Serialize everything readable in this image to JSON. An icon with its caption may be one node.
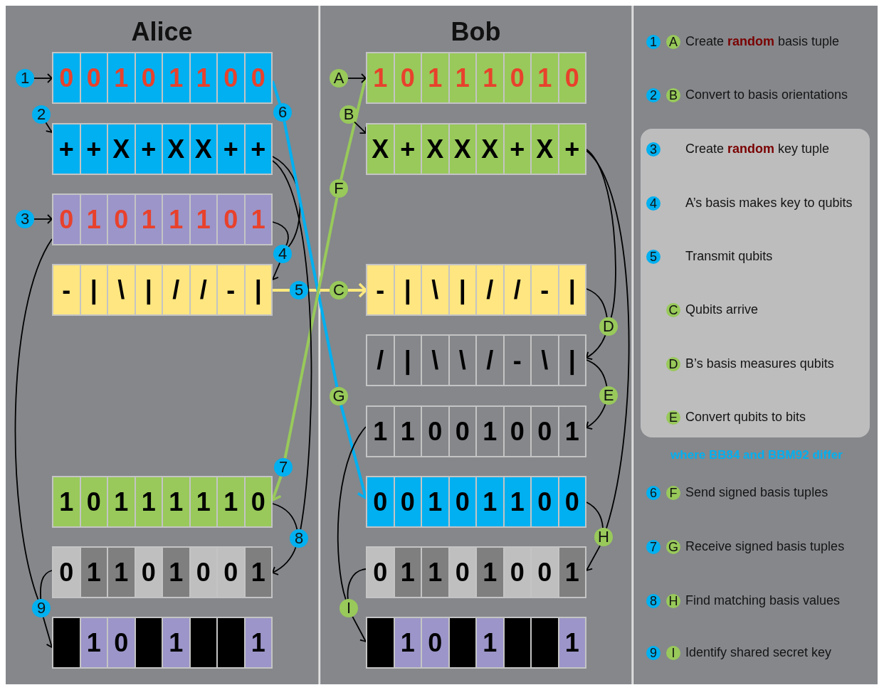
{
  "diagram": {
    "nodes": [
      {
        "text": [
          "Alice"
        ]
      },
      {
        "text": [
          "1"
        ],
        "in": 0
      },
      {
        "text": [
          "0",
          "0",
          "1",
          "0",
          "1",
          "1",
          "0",
          "0"
        ],
        "in": 0
      },
      {
        "text": [
          "2"
        ],
        "in": 0
      },
      {
        "text": [
          "+",
          "+",
          "X",
          "+",
          "X",
          "X",
          "+",
          "+"
        ],
        "in": 0
      },
      {
        "text": [
          "3"
        ],
        "in": 0
      },
      {
        "text": [
          "0",
          "1",
          "0",
          "1",
          "1",
          "1",
          "0",
          "1"
        ],
        "in": 0
      },
      {
        "text": [
          "4"
        ],
        "in": 0
      },
      {
        "text": [
          "-",
          "|",
          "\\",
          "|",
          "/",
          "/",
          "-",
          "|"
        ],
        "in": 0
      },
      {
        "text": [
          "5"
        ],
        "in": 0
      },
      {
        "text": [
          "6"
        ],
        "in": 0
      },
      {
        "text": [
          "7"
        ],
        "in": 0
      },
      {
        "text": [
          "1",
          "0",
          "1",
          "1",
          "1",
          "1",
          "1",
          "0"
        ],
        "in": 0
      },
      {
        "text": [
          "8"
        ],
        "in": 0
      },
      {
        "text": [
          "0",
          "1",
          "1",
          "0",
          "1",
          "0",
          "0",
          "1"
        ],
        "in": 0
      },
      {
        "text": [
          "9"
        ],
        "in": 0
      },
      {
        "text": [
          "1",
          "0",
          "1",
          "1"
        ],
        "in": 0
      },
      {
        "text": [
          "Bob"
        ]
      },
      {
        "text": [
          "A"
        ],
        "in": 17
      },
      {
        "text": [
          "1",
          "0",
          "1",
          "1",
          "1",
          "0",
          "1",
          "0"
        ],
        "in": 17
      },
      {
        "text": [
          "B"
        ],
        "in": 17
      },
      {
        "text": [
          "X",
          "+",
          "X",
          "X",
          "X",
          "+",
          "X",
          "+"
        ],
        "in": 17
      },
      {
        "text": [
          "F"
        ],
        "in": 17
      },
      {
        "text": [
          "C"
        ],
        "in": 17
      },
      {
        "text": [
          "-",
          "|",
          "\\",
          "|",
          "/",
          "/",
          "-",
          "|"
        ],
        "in": 17
      },
      {
        "text": [
          "D"
        ],
        "in": 17
      },
      {
        "text": [
          "/",
          "|",
          "\\",
          "\\",
          "/",
          "-",
          "\\",
          "|"
        ],
        "in": 17
      },
      {
        "text": [
          "E"
        ],
        "in": 17
      },
      {
        "text": [
          "G"
        ],
        "in": 17
      },
      {
        "text": [
          "1",
          "1",
          "0",
          "0",
          "1",
          "0",
          "0",
          "1"
        ],
        "in": 17
      },
      {
        "text": [
          "0",
          "0",
          "1",
          "0",
          "1",
          "1",
          "0",
          "0"
        ],
        "in": 17
      },
      {
        "text": [
          "H"
        ],
        "in": 17
      },
      {
        "text": [
          "0",
          "1",
          "1",
          "0",
          "1",
          "0",
          "0",
          "1"
        ],
        "in": 17
      },
      {
        "text": [
          "I"
        ],
        "in": 17
      },
      {
        "text": [
          "1",
          "0",
          "1",
          "1"
        ],
        "in": 17
      },
      {
        "text": [
          "1"
        ]
      },
      {
        "text": [
          "A"
        ],
        "beside": [
          "Create **random** basis tuple"
        ]
      },
      {
        "text": [
          "2"
        ]
      },
      {
        "text": [
          "B"
        ],
        "beside": [
          "Convert to basis orientations"
        ]
      },
      {
        "text": [],
        "shape": "box"
      },
      {
        "text": [
          "3"
        ],
        "in": 39,
        "beside": [
          "Create **random** key tuple"
        ]
      },
      {
        "text": [
          "4"
        ],
        "in": 39,
        "beside": [
          "A’s basis makes key to qubits"
        ]
      },
      {
        "text": [
          "5"
        ],
        "in": 39,
        "beside": [
          "Transmit qubits"
        ]
      },
      {
        "text": [
          "C"
        ],
        "in": 39,
        "beside": [
          "Qubits arrive"
        ]
      },
      {
        "text": [
          "D"
        ],
        "in": 39,
        "beside": [
          "B’s basis measures qubits"
        ]
      },
      {
        "text": [
          "E"
        ],
        "in": 39,
        "beside": [
          "Convert qubits to bits"
        ]
      },
      {
        "text": [
          "6"
        ]
      },
      {
        "text": [
          "F"
        ],
        "beside": [
          "Send signed basis tuples"
        ]
      },
      {
        "text": [
          "7"
        ]
      },
      {
        "text": [
          "G"
        ],
        "beside": [
          "Receive signed basis tuples"
        ]
      },
      {
        "text": [
          "8"
        ]
      },
      {
        "text": [
          "H"
        ],
        "beside": [
          "Find matching basis values"
        ]
      },
      {
        "text": [
          "9"
        ]
      },
      {
        "text": [
          "I"
        ],
        "beside": [
          "Identify shared secret key"
        ]
      }
    ],
    "edges": [
      {
        "from": 1,
        "to": 2,
        "arrow": "to"
      },
      {
        "from": 3,
        "to": 4,
        "arrow": "to"
      },
      {
        "from": 5,
        "to": 6,
        "arrow": "to"
      },
      {
        "from": 4,
        "to": 7,
        "arrow": "none"
      },
      {
        "from": 6,
        "to": 7,
        "arrow": "none"
      },
      {
        "from": 7,
        "to": 8,
        "arrow": "to"
      },
      {
        "from": 8,
        "to": 9,
        "arrow": "none",
        "style": "thick",
        "color": "#ffe97f"
      },
      {
        "from": 9,
        "to": 23,
        "arrow": "none",
        "style": "thick",
        "color": "#ffe97f"
      },
      {
        "from": 23,
        "to": 24,
        "arrow": "to",
        "style": "thick",
        "color": "#ffe97f"
      },
      {
        "from": 2,
        "to": 10,
        "arrow": "none",
        "style": "thick",
        "color": "#00b0f0"
      },
      {
        "from": 10,
        "to": 28,
        "arrow": "none",
        "style": "thick",
        "color": "#00b0f0"
      },
      {
        "from": 28,
        "to": 30,
        "arrow": "to",
        "style": "thick",
        "color": "#00b0f0"
      },
      {
        "from": 19,
        "to": 22,
        "arrow": "none",
        "style": "thick",
        "color": "#98c95a"
      },
      {
        "from": 22,
        "to": 11,
        "arrow": "none",
        "style": "thick",
        "color": "#98c95a"
      },
      {
        "from": 11,
        "to": 12,
        "arrow": "to",
        "style": "thick",
        "color": "#98c95a"
      },
      {
        "from": 4,
        "to": 13,
        "arrow": "none"
      },
      {
        "from": 12,
        "to": 13,
        "arrow": "none"
      },
      {
        "from": 13,
        "to": 14,
        "arrow": "to"
      },
      {
        "from": 6,
        "to": 15,
        "arrow": "none"
      },
      {
        "from": 14,
        "to": 15,
        "arrow": "none"
      },
      {
        "from": 15,
        "to": 16,
        "arrow": "to"
      },
      {
        "from": 18,
        "to": 19,
        "arrow": "to"
      },
      {
        "from": 20,
        "to": 21,
        "arrow": "to"
      },
      {
        "from": 21,
        "to": 25,
        "arrow": "none"
      },
      {
        "from": 24,
        "to": 25,
        "arrow": "none"
      },
      {
        "from": 25,
        "to": 26,
        "arrow": "to"
      },
      {
        "from": 26,
        "to": 27,
        "arrow": "none"
      },
      {
        "from": 27,
        "to": 29,
        "arrow": "to"
      },
      {
        "from": 21,
        "to": 31,
        "arrow": "none"
      },
      {
        "from": 30,
        "to": 31,
        "arrow": "none"
      },
      {
        "from": 31,
        "to": 32,
        "arrow": "to"
      },
      {
        "from": 29,
        "to": 33,
        "arrow": "none"
      },
      {
        "from": 32,
        "to": 33,
        "arrow": "none"
      },
      {
        "from": 33,
        "to": 34,
        "arrow": "to"
      }
    ],
    "labels": [
      "where BB84 and BBM92 differ"
    ]
  }
}
